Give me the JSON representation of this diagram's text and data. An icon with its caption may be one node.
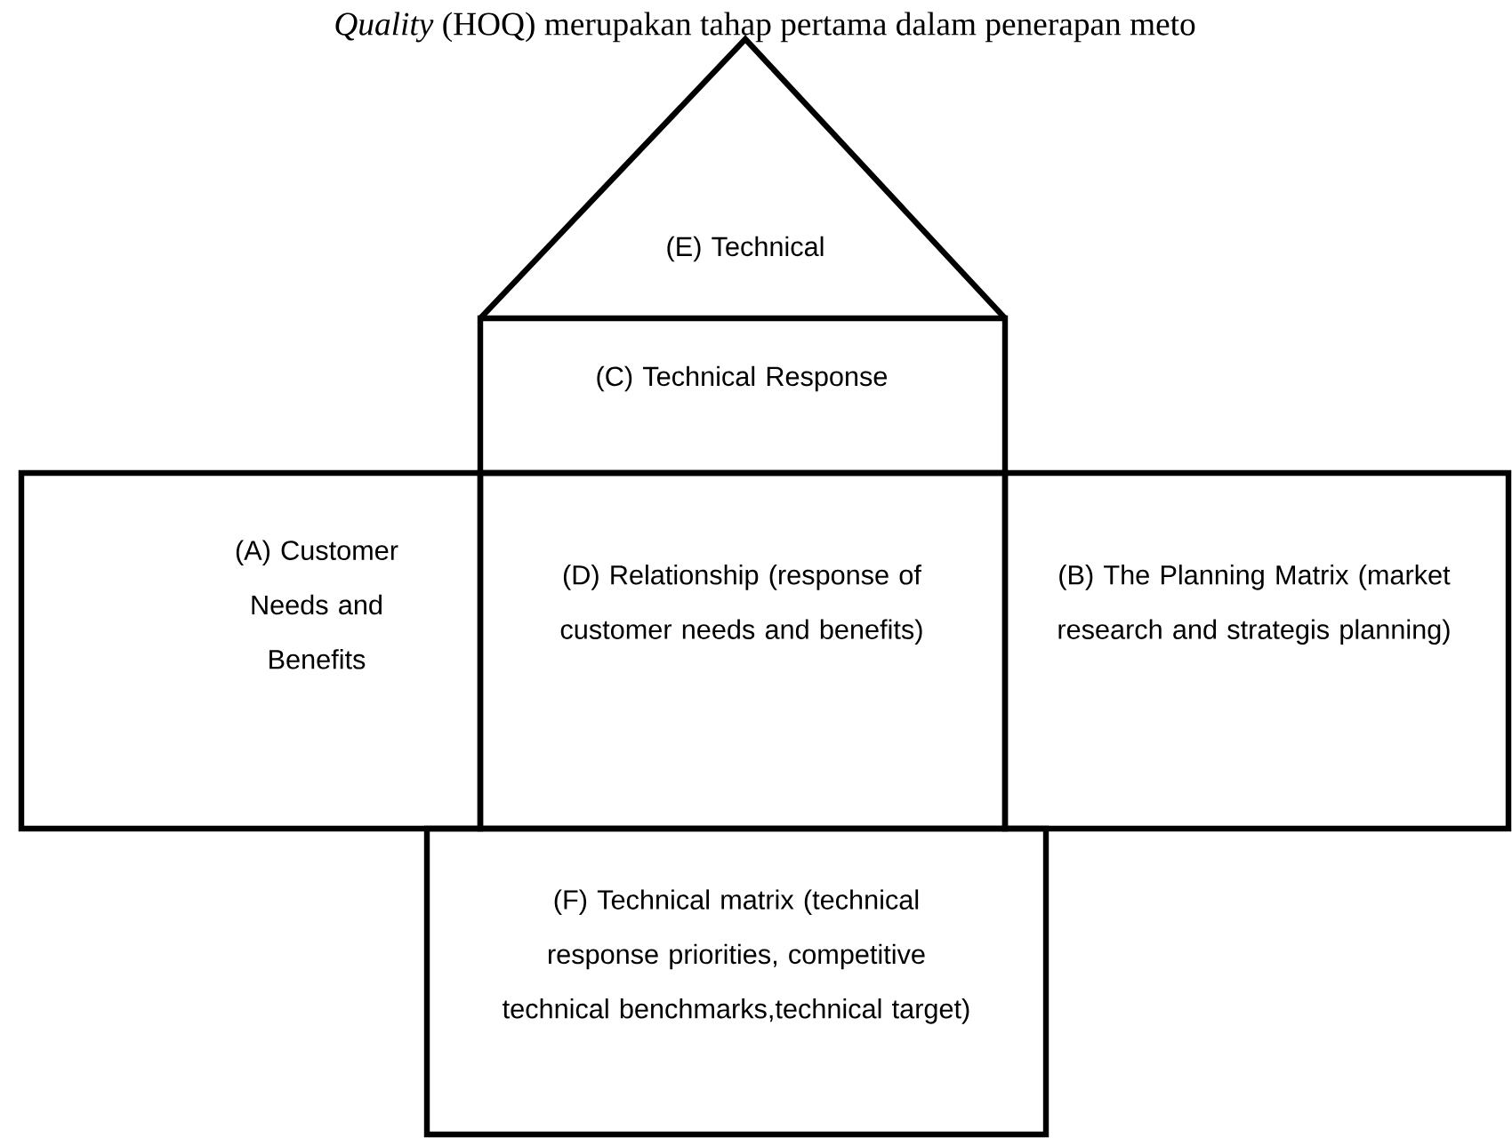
{
  "diagram": {
    "nodes": [
      {
        "text": [
          "(E) Technical"
        ]
      },
      {
        "text": [
          "(C) Technical Response"
        ]
      },
      {
        "text": [
          "(A) Customer Needs and Benefits"
        ]
      },
      {
        "text": [
          "(D) Relationship (response of customer needs and benefits)"
        ]
      },
      {
        "text": [
          "(B) The Planning Matrix (market research and strategis planning)"
        ]
      },
      {
        "text": [
          "(F) Technical matrix (technical response priorities, competitive technical benchmarks,technical target)"
        ]
      }
    ],
    "labels": [
      "*Quality* (HOQ) merupakan tahap pertama dalam penerapan meto"
    ]
  }
}
